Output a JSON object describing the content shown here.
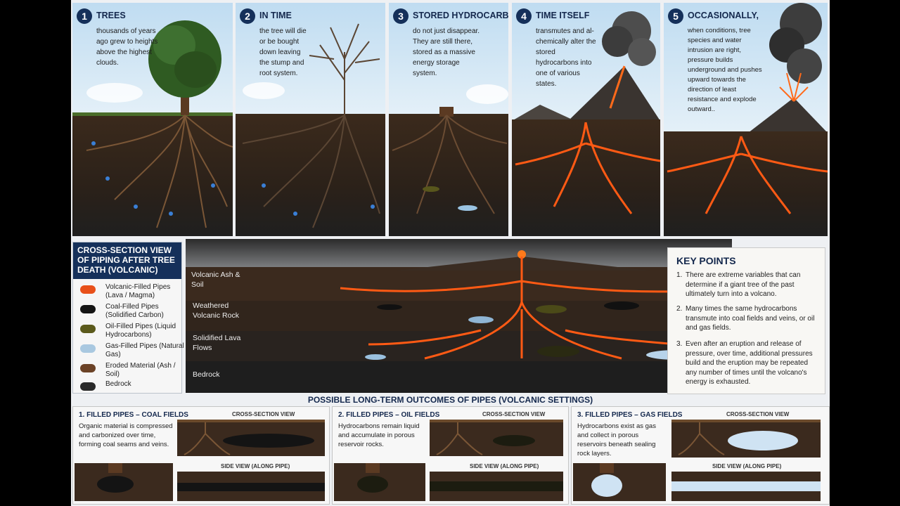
{
  "panels": [
    {
      "num": "1",
      "title": "TREES",
      "text": "thousands of years ago grew to heights above the highest clouds."
    },
    {
      "num": "2",
      "title": "IN TIME",
      "text": "the tree will die or be bought down leaving the stump and root system."
    },
    {
      "num": "3",
      "title": "STORED HYDROCARBONS",
      "text": "do not just disappear. They are still there, stored as a massive energy storage system."
    },
    {
      "num": "4",
      "title": "TIME ITSELF",
      "text": "transmutes and al-chemically alter the stored hydrocarbons into one of various states."
    },
    {
      "num": "5",
      "title": "OCCASIONALLY,",
      "text": "when conditions, tree species and water intrusion are right, pressure builds underground and pushes upward towards the direction of least resistance and explode outward.."
    }
  ],
  "cross_section": {
    "title": "CROSS-SECTION VIEW OF PIPING AFTER TREE DEATH (VOLCANIC)",
    "legend": [
      {
        "label": "Volcanic-Filled Pipes (Lava / Magma)",
        "color": "#e8501a"
      },
      {
        "label": "Coal-Filled Pipes (Solidified Carbon)",
        "color": "#151515"
      },
      {
        "label": "Oil-Filled Pipes (Liquid Hydrocarbons)",
        "color": "#5b5a1c"
      },
      {
        "label": "Gas-Filled Pipes (Natural Gas)",
        "color": "#a9c8e0"
      },
      {
        "label": "Eroded Material (Ash / Soil)",
        "color": "#6b4226"
      },
      {
        "label": "Bedrock",
        "color": "#2a2a2a"
      }
    ],
    "layers": [
      "Volcanic Ash & Soil",
      "Weathered Volcanic Rock",
      "Solidified Lava Flows",
      "Bedrock"
    ]
  },
  "key_points": {
    "title": "KEY POINTS",
    "items": [
      {
        "n": "1.",
        "text": "There are extreme variables that can determine if a giant tree of the past ultimately turn into a volcano."
      },
      {
        "n": "2.",
        "text": "Many times the same hydrocarbons transmute into coal fields and veins, or oil and gas fields."
      },
      {
        "n": "3.",
        "text": "Even after an eruption and release of pressure, over time, additional pressures build and the eruption may be repeated any number of times until the volcano's energy is exhausted."
      }
    ]
  },
  "outcomes": {
    "title": "POSSIBLE LONG-TERM OUTCOMES OF PIPES (VOLCANIC SETTINGS)",
    "cross_label": "CROSS-SECTION VIEW",
    "side_label": "SIDE VIEW (ALONG PIPE)",
    "boxes": [
      {
        "title": "1. FILLED PIPES – COAL FIELDS",
        "text": "Organic material is compressed and carbonized over time, forming coal seams and veins.",
        "fill": "#141414"
      },
      {
        "title": "2. FILLED PIPES – OIL FIELDS",
        "text": "Hydrocarbons remain liquid and accumulate in porous reservoir rocks.",
        "fill": "#1c1c10"
      },
      {
        "title": "3. FILLED PIPES – GAS FIELDS",
        "text": "Hydrocarbons exist as gas and collect in porous reservoirs beneath sealing rock layers.",
        "fill": "#cfe3f3"
      }
    ]
  }
}
